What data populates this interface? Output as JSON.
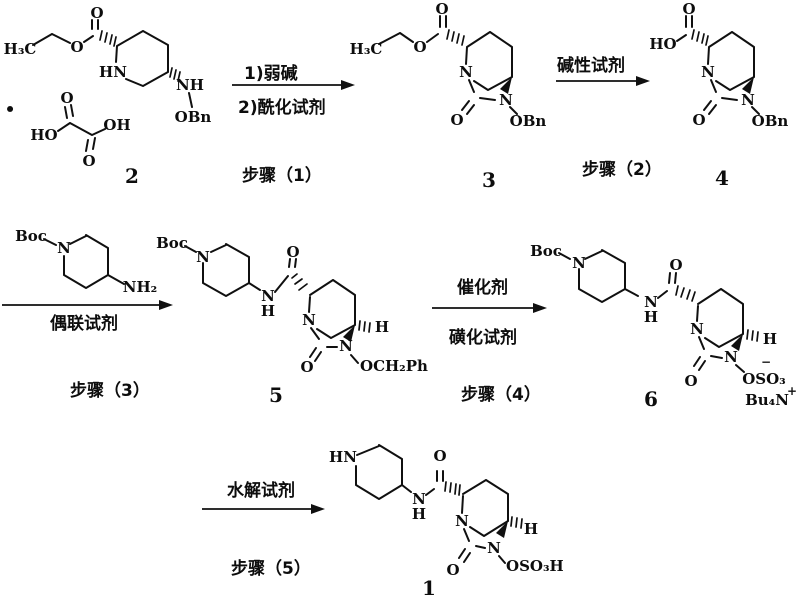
{
  "scheme": {
    "steps": {
      "s1": {
        "reagent1": "1)弱碱",
        "reagent2": "2)酰化试剂",
        "label": "步骤（1）"
      },
      "s2": {
        "reagent1": "碱性试剂",
        "label": "步骤（2）"
      },
      "s3": {
        "reagent1": "偶联试剂",
        "label": "步骤（3）"
      },
      "s4": {
        "reagent1": "催化剂",
        "reagent2": "磺化试剂",
        "label": "步骤（4）"
      },
      "s5": {
        "reagent1": "水解试剂",
        "label": "步骤（5）"
      }
    },
    "compounds": {
      "c2": {
        "number": "2",
        "labels": {
          "h3c": "H₃C",
          "o_carbonyl": "O",
          "o_ester": "O",
          "hn": "HN",
          "nh": "NH",
          "obn": "OBn",
          "dot": "•",
          "ox_o_top": "O",
          "ox_ho": "HO",
          "ox_oh": "OH",
          "ox_o_bottom": "O"
        }
      },
      "c3": {
        "number": "3",
        "labels": {
          "h3c": "H₃C",
          "o_ester": "O",
          "o_top": "O",
          "n1": "N",
          "n6": "N",
          "o7": "O",
          "obn": "OBn"
        }
      },
      "c4": {
        "number": "4",
        "labels": {
          "ho": "HO",
          "o_top": "O",
          "n1": "N",
          "n6": "N",
          "o7": "O",
          "obn": "OBn"
        }
      },
      "amine": {
        "labels": {
          "boc": "Boc",
          "n": "N",
          "nh2": "NH₂"
        }
      },
      "c5": {
        "number": "5",
        "labels": {
          "boc": "Boc",
          "n_pip": "N",
          "n_amide": "N",
          "h_amide": "H",
          "o_amide": "O",
          "n1": "N",
          "n6": "N",
          "o7": "O",
          "h_bridge": "H",
          "osub": "OCH₂Ph"
        }
      },
      "c6": {
        "number": "6",
        "labels": {
          "boc": "Boc",
          "n_pip": "N",
          "n_amide": "N",
          "h_amide": "H",
          "o_amide": "O",
          "n1": "N",
          "n6": "N",
          "o7": "O",
          "h_bridge": "H",
          "osub": "OSO₃",
          "charge_minus": "−",
          "counterion": "Bu₄N",
          "charge_plus": "+"
        }
      },
      "c1": {
        "number": "1",
        "labels": {
          "hn": "HN",
          "n_amide": "N",
          "h_amide": "H",
          "o_amide": "O",
          "n1": "N",
          "n6": "N",
          "o7": "O",
          "h_bridge": "H",
          "osub": "OSO₃H"
        }
      }
    }
  }
}
